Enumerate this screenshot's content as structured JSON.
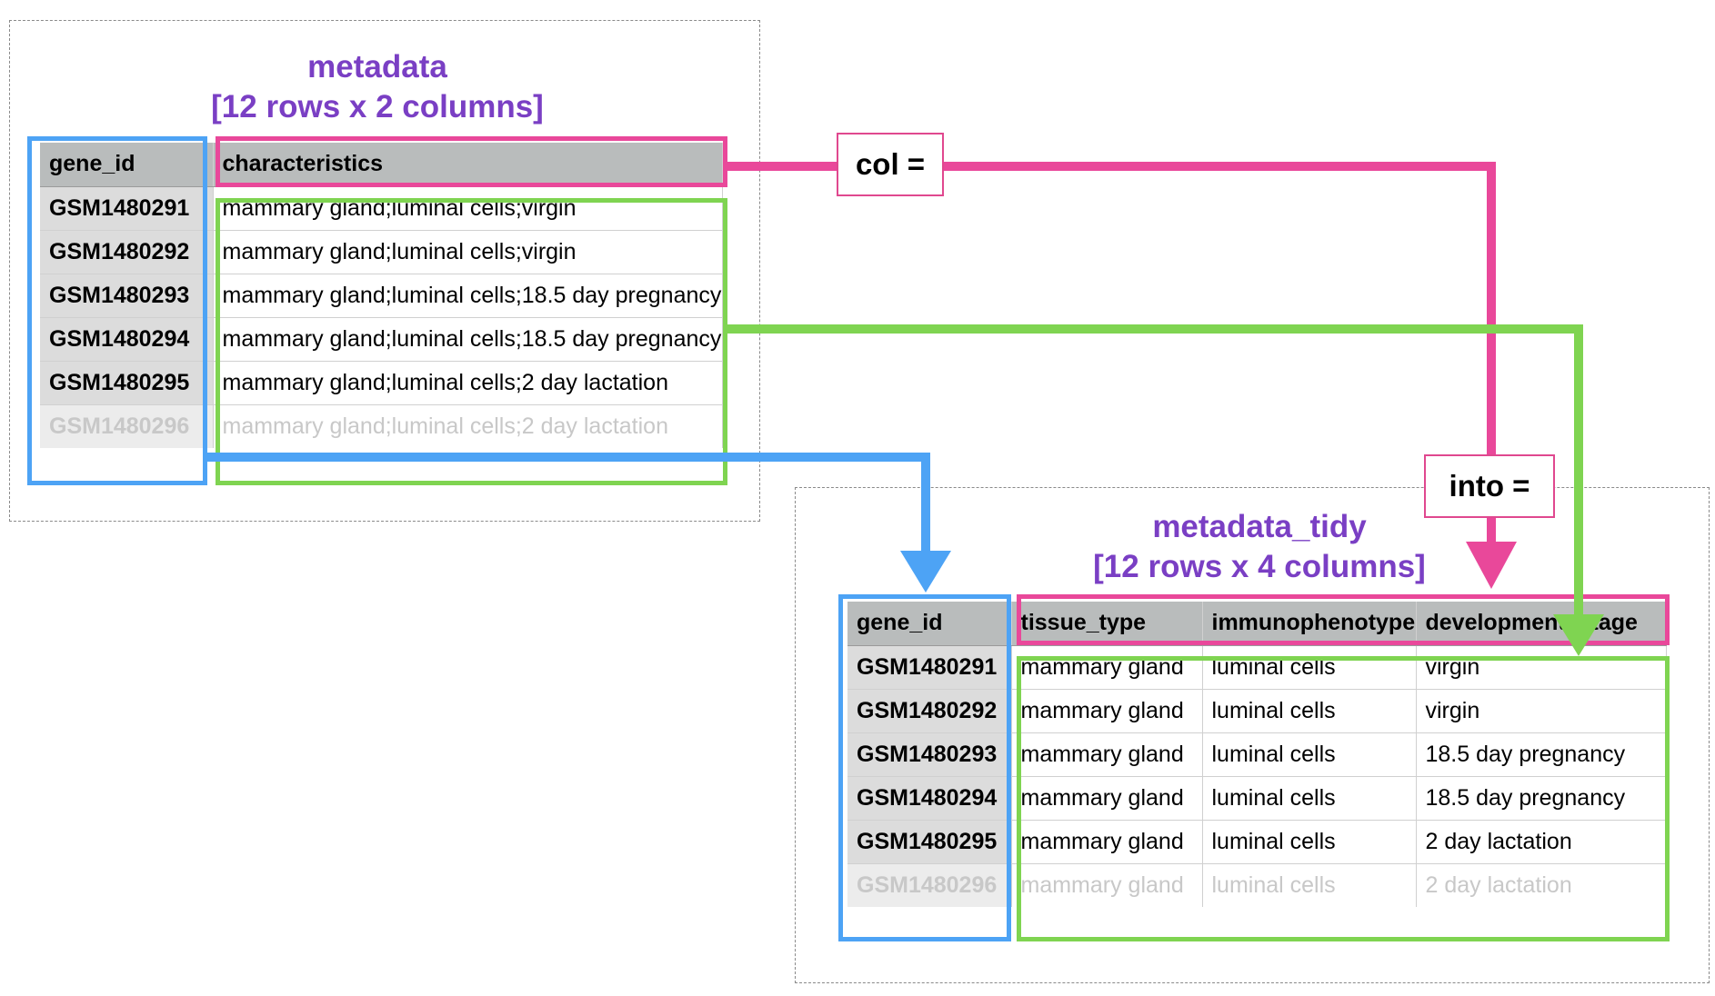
{
  "source": {
    "title": "metadata",
    "subtitle": "[12 rows x 2 columns]",
    "columns": [
      "gene_id",
      "characteristics"
    ],
    "rows": [
      [
        "GSM1480291",
        "mammary gland;luminal cells;virgin"
      ],
      [
        "GSM1480292",
        "mammary gland;luminal cells;virgin"
      ],
      [
        "GSM1480293",
        "mammary gland;luminal cells;18.5 day pregnancy"
      ],
      [
        "GSM1480294",
        "mammary gland;luminal cells;18.5 day pregnancy"
      ],
      [
        "GSM1480295",
        "mammary gland;luminal cells;2 day lactation"
      ],
      [
        "GSM1480296",
        "mammary gland;luminal cells;2 day lactation"
      ]
    ]
  },
  "target": {
    "title": "metadata_tidy",
    "subtitle": "[12 rows x 4 columns]",
    "columns": [
      "gene_id",
      "tissue_type",
      "immunophenotype",
      "development_stage"
    ],
    "rows": [
      [
        "GSM1480291",
        "mammary gland",
        "luminal cells",
        "virgin"
      ],
      [
        "GSM1480292",
        "mammary gland",
        "luminal cells",
        "virgin"
      ],
      [
        "GSM1480293",
        "mammary gland",
        "luminal cells",
        "18.5 day pregnancy"
      ],
      [
        "GSM1480294",
        "mammary gland",
        "luminal cells",
        "18.5 day pregnancy"
      ],
      [
        "GSM1480295",
        "mammary gland",
        "luminal cells",
        "2 day lactation"
      ],
      [
        "GSM1480296",
        "mammary gland",
        "luminal cells",
        "2 day lactation"
      ]
    ]
  },
  "labels": {
    "col": "col =",
    "into": "into ="
  },
  "colors": {
    "id_highlight": "#4da3f5",
    "header_highlight": "#e9489a",
    "values_highlight": "#7fd451",
    "title": "#7a3fc4"
  }
}
